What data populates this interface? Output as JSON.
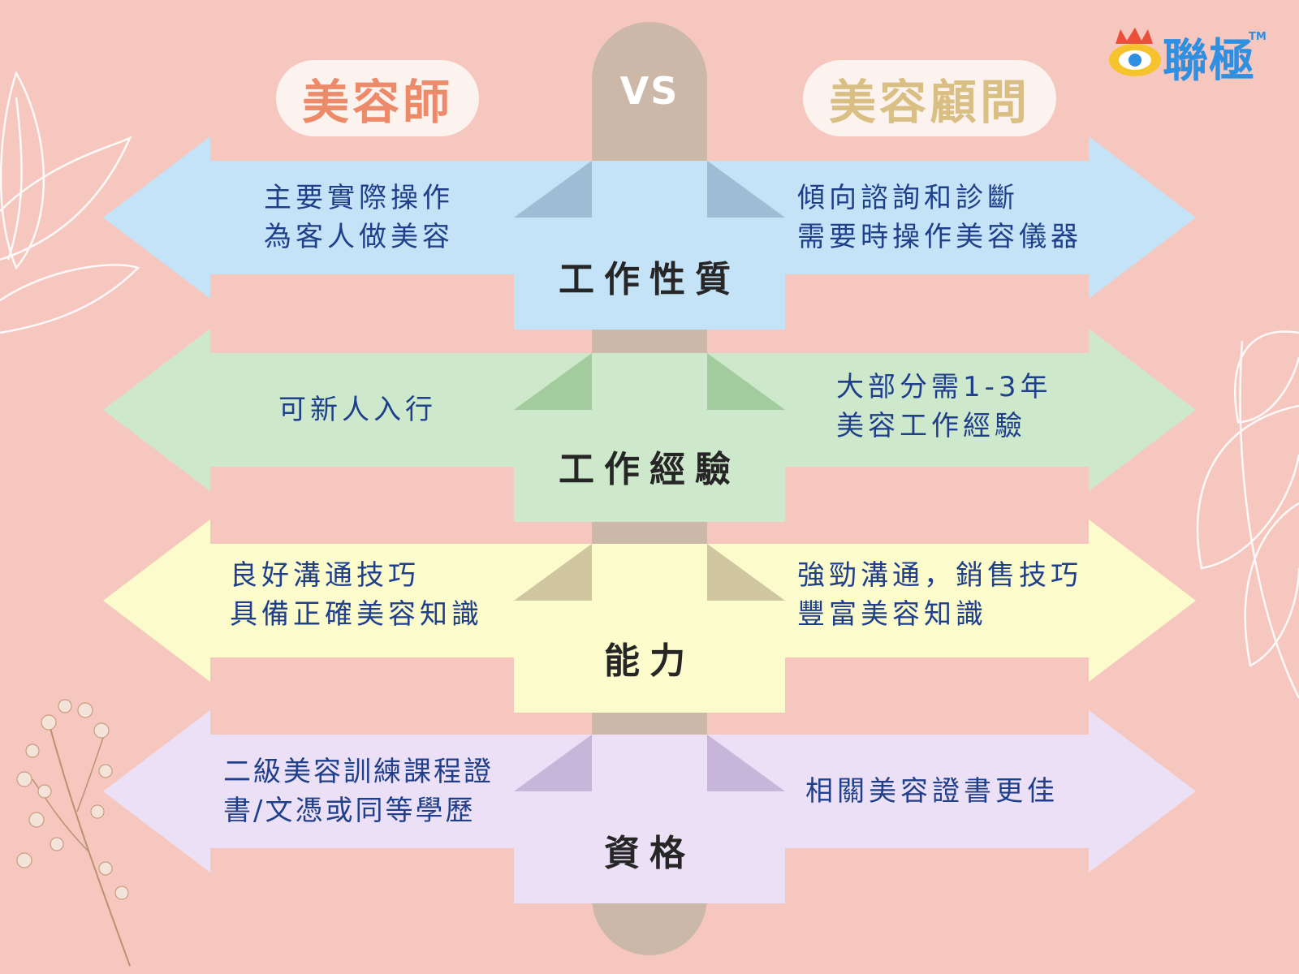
{
  "header": {
    "left_title": "美容師",
    "vs": "VS",
    "right_title": "美容顧問"
  },
  "logo": {
    "text": "聯極",
    "tm": "TM"
  },
  "colors": {
    "background": "#f5c7bf",
    "pillar": "#cbb8a9",
    "left_title": "#ec8a6a",
    "right_title": "#d9bf84",
    "text": "#1f3f8a"
  },
  "rows": [
    {
      "label": "工作性質",
      "left": [
        "主要實際操作",
        "為客人做美容"
      ],
      "right": [
        "傾向諮詢和診斷",
        "需要時操作美容儀器"
      ],
      "fill": "#c4e3f7",
      "shade": "#9ebcd4"
    },
    {
      "label": "工作經驗",
      "left": [
        "可新人入行"
      ],
      "right": [
        "大部分需1-3年",
        "美容工作經驗"
      ],
      "fill": "#cde8cb",
      "shade": "#a2cc9e"
    },
    {
      "label": "能力",
      "left": [
        "良好溝通技巧",
        "具備正確美容知識"
      ],
      "right": [
        "強勁溝通，銷售技巧",
        "豐富美容知識"
      ],
      "fill": "#fbfbcb",
      "shade": "#d0c7a1"
    },
    {
      "label": "資格",
      "left": [
        "二級美容訓練課程證",
        "書/文憑或同等學歷"
      ],
      "right": [
        "相關美容證書更佳"
      ],
      "fill": "#ece0f6",
      "shade": "#c8b5da"
    }
  ]
}
